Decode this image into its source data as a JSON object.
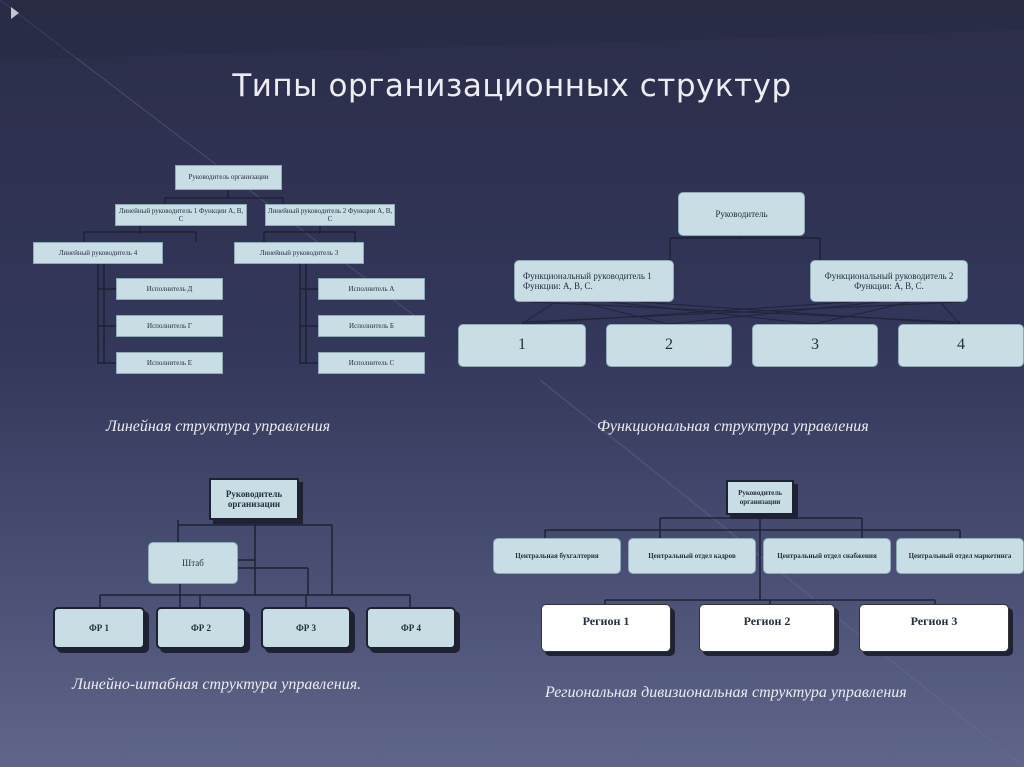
{
  "slide": {
    "title": "Типы организационных структур"
  },
  "linear": {
    "caption": "Линейная структура управления",
    "head": "Руководитель организации",
    "mgr1": "Линейный руководитель 1 Функции А, В, С",
    "mgr2": "Линейный руководитель 2 Функции А, В, С",
    "sub4": "Линейный руководитель 4",
    "sub3": "Линейный руководитель 3",
    "left_execs": [
      "Исполнитель Д",
      "Исполнитель Г",
      "Исполнитель Е"
    ],
    "right_execs": [
      "Исполнитель А",
      "Исполнитель Б",
      "Исполнитель С"
    ]
  },
  "functional": {
    "caption": "Функциональная структура управления",
    "head": "Руководитель",
    "fm1_line1": "Функциональный руководитель 1",
    "fm1_line2": "Функции: А, В, С.",
    "fm2_line1": "Функциональный руководитель 2",
    "fm2_line2": "Функции: А, В, С.",
    "units": [
      "1",
      "2",
      "3",
      "4"
    ]
  },
  "staff": {
    "caption": "Линейно-штабная структура управления.",
    "head": "Руководитель организации",
    "hq": "Штаб",
    "units": [
      "ФР 1",
      "ФР 2",
      "ФР 3",
      "ФР 4"
    ]
  },
  "divisional": {
    "caption": "Региональная дивизиональная структура управления",
    "head": "Руководитель организации",
    "depts": [
      "Центральная бухгалтерия",
      "Центральный отдел кадров",
      "Центральный отдел снабжения",
      "Центральный отдел маркетинга"
    ],
    "regions": [
      "Регион 1",
      "Регион 2",
      "Регион 3"
    ]
  },
  "colors": {
    "box_fill": "#c9dde4",
    "background_top": "#2b2d48",
    "background_bottom": "#5f6689",
    "text_light": "#ececf2"
  }
}
